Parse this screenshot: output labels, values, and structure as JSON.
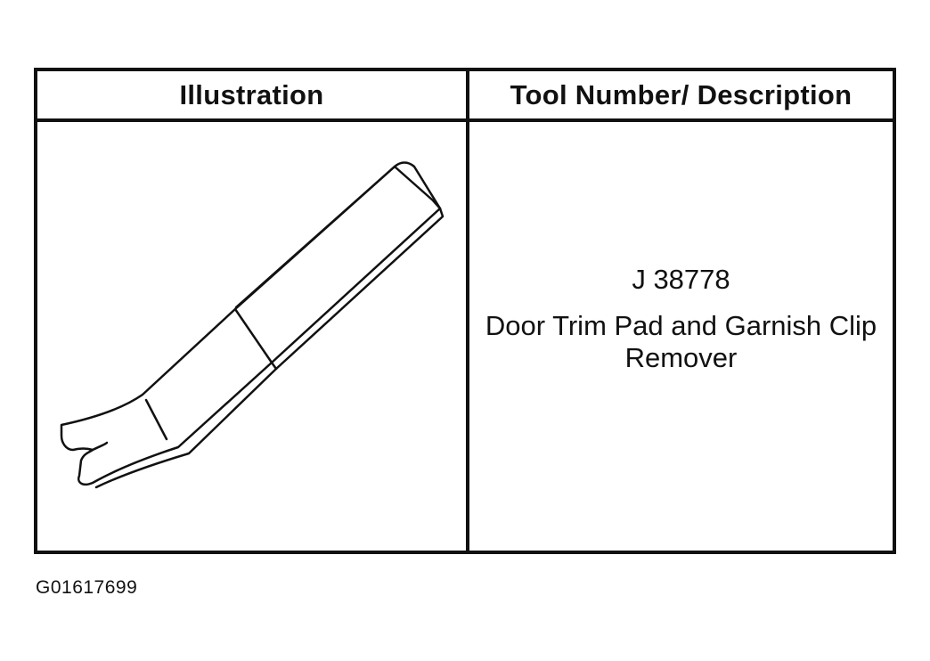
{
  "table": {
    "headers": {
      "illustration": "Illustration",
      "description": "Tool Number/ Description"
    },
    "rows": [
      {
        "illustration_icon": "clip-remover-tool-icon",
        "tool_number": "J 38778",
        "description": "Door Trim Pad and Garnish Clip Remover"
      }
    ]
  },
  "figure_id": "G01617699",
  "colors": {
    "line": "#111111",
    "background": "#ffffff"
  }
}
